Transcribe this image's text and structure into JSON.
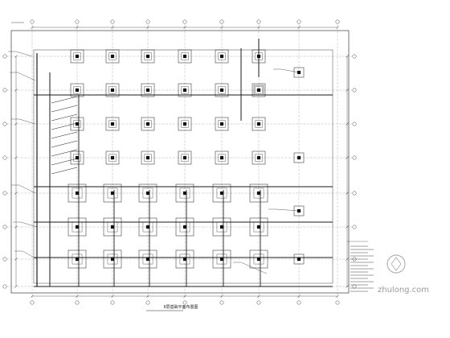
{
  "drawing": {
    "title": "Ⅱ层基础平面布置图",
    "watermark": "zhulong.com",
    "watermark_logo": "zhulong-logo",
    "line_color": "#1a1a1a",
    "accent_color": "#6a6a6a"
  }
}
